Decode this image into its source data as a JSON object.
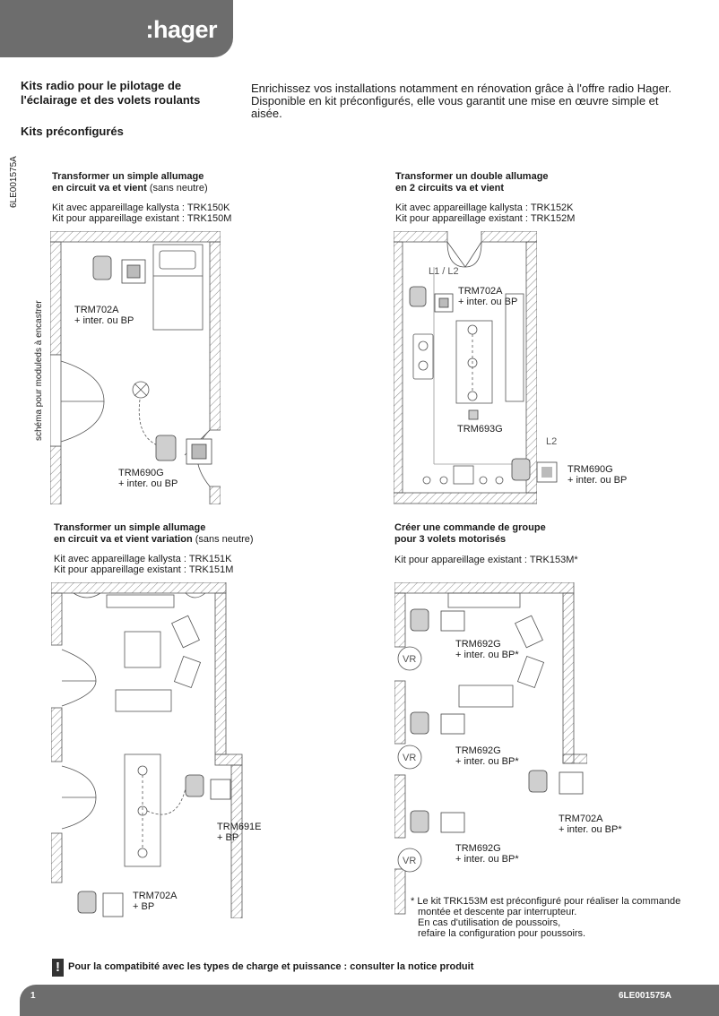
{
  "header": {
    "brand": ":hager"
  },
  "side_code": "6LE001575A",
  "title": {
    "line1": "Kits radio pour le pilotage de",
    "line2": "l'éclairage et des volets roulants",
    "kits": "Kits préconfigurés"
  },
  "intro": {
    "line1": "Enrichissez vos installations notamment en rénovation grâce à l'offre radio Hager.",
    "line2": "Disponible en kit préconfigurés, elle vous garantit une mise en œuvre simple et",
    "line3": "aisée."
  },
  "schema_label": "schéma pour moduleds à encastrer",
  "sections": [
    {
      "title_line1": "Transformer un simple allumage",
      "title_line2_bold": "en circuit va et vient",
      "title_line2_normal": " (sans neutre)",
      "kit1": "Kit avec appareillage kallysta : TRK150K",
      "kit2": "Kit pour appareillage existant : TRK150M",
      "labels": [
        {
          "l1": "TRM702A",
          "l2": "+ inter. ou BP"
        },
        {
          "l1": "TRM690G",
          "l2": "+ inter. ou BP"
        }
      ]
    },
    {
      "title_line1": "Transformer un double  allumage",
      "title_line2_bold": "en 2 circuits va et vient",
      "title_line2_normal": "",
      "kit1": "Kit avec appareillage kallysta : TRK152K",
      "kit2": "Kit pour appareillage existant : TRK152M",
      "labels": [
        {
          "l1": "TRM702A",
          "l2": "+ inter. ou BP"
        },
        {
          "l1": "TRM693G",
          "l2": ""
        },
        {
          "l1": "TRM690G",
          "l2": "+ inter. ou BP"
        }
      ],
      "tags": {
        "l1l2": "L1 / L2",
        "l2": "L2"
      }
    },
    {
      "title_line1": "Transformer un simple allumage",
      "title_line2_bold": "en circuit va et vient variation",
      "title_line2_normal": " (sans neutre)",
      "kit1": "Kit avec appareillage kallysta : TRK151K",
      "kit2": "Kit pour appareillage existant : TRK151M",
      "labels": [
        {
          "l1": "TRM691E",
          "l2": "+ BP"
        },
        {
          "l1": "TRM702A",
          "l2": "+ BP"
        }
      ]
    },
    {
      "title_line1": "Créer une commande de groupe",
      "title_line2_bold": "pour 3 volets motorisés",
      "title_line2_normal": "",
      "kit1": "Kit pour appareillage existant : TRK153M*",
      "kit2": "",
      "labels": [
        {
          "l1": "TRM692G",
          "l2": "+ inter. ou BP*"
        },
        {
          "l1": "TRM692G",
          "l2": "+ inter. ou BP*"
        },
        {
          "l1": "TRM702A",
          "l2": "+ inter. ou BP*"
        },
        {
          "l1": "TRM692G",
          "l2": "+ inter. ou BP*"
        }
      ],
      "vr": "VR",
      "note": {
        "l1": "* Le kit TRK153M est préconfiguré pour réaliser la commande",
        "l2": "montée et descente par interrupteur.",
        "l3": "En cas d'utilisation de poussoirs,",
        "l4": "refaire la configuration pour poussoirs."
      }
    }
  ],
  "warning": {
    "icon": "!",
    "text": "Pour la compatibité avec les types de charge et puissance : consulter la notice produit"
  },
  "footer": {
    "page": "1",
    "ref": "6LE001575A"
  },
  "colors": {
    "header_bg": "#6d6d6d",
    "wall_hatch": "#8a8a8a",
    "line": "#555555"
  }
}
